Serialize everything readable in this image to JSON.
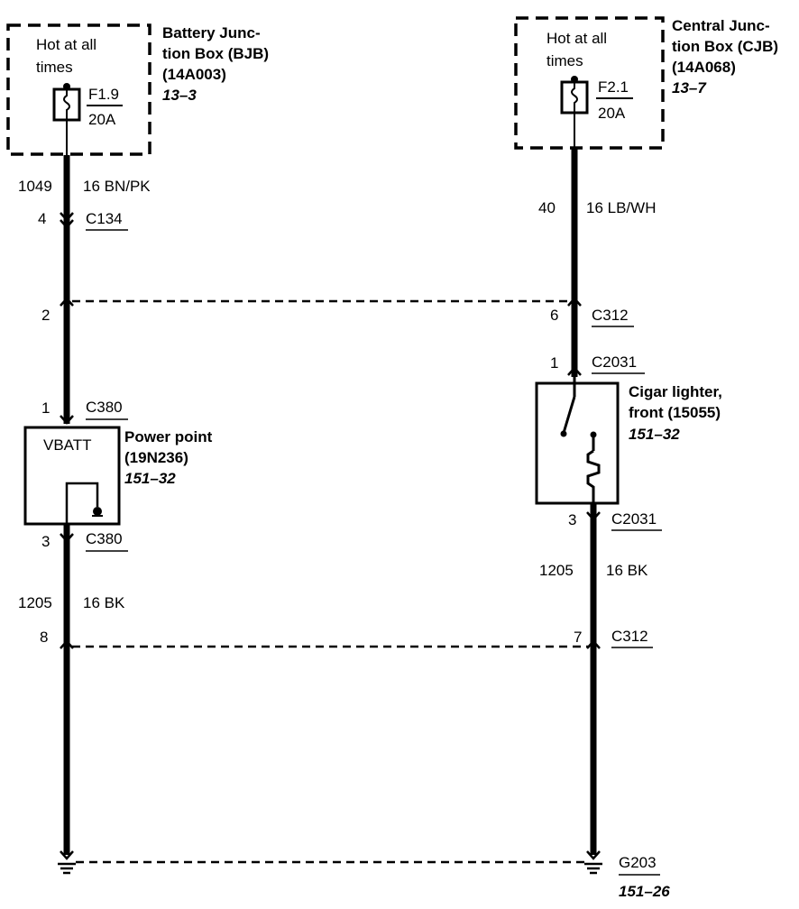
{
  "left_circuit": {
    "junction_box": {
      "hot_line1": "Hot at all",
      "hot_line2": "times",
      "fuse_id": "F1.9",
      "fuse_rating": "20A",
      "name_line1": "Battery Junc-",
      "name_line2": "tion Box (BJB)",
      "part_number": "(14A003)",
      "page_ref": "13–3"
    },
    "wire_top": {
      "circuit": "1049",
      "gauge_color": "16 BN/PK"
    },
    "connector_c134": {
      "pin": "4",
      "name": "C134"
    },
    "splice_pin": "2",
    "connector_c380_in": {
      "pin": "1",
      "name": "C380"
    },
    "component": {
      "inner_label": "VBATT",
      "name_line1": "Power point",
      "name_line2": "(19N236)",
      "page_ref": "151–32"
    },
    "connector_c380_out": {
      "pin": "3",
      "name": "C380"
    },
    "wire_bottom": {
      "circuit": "1205",
      "gauge_color": "16 BK"
    },
    "bottom_pin": "8"
  },
  "right_circuit": {
    "junction_box": {
      "hot_line1": "Hot at all",
      "hot_line2": "times",
      "fuse_id": "F2.1",
      "fuse_rating": "20A",
      "name_line1": "Central Junc-",
      "name_line2": "tion Box (CJB)",
      "part_number": "(14A068)",
      "page_ref": "13–7"
    },
    "wire_top": {
      "circuit": "40",
      "gauge_color": "16 LB/WH"
    },
    "connector_c312_top": {
      "pin": "6",
      "name": "C312"
    },
    "connector_c2031_in": {
      "pin": "1",
      "name": "C2031"
    },
    "component": {
      "name_line1": "Cigar lighter,",
      "name_line2": "front (15055)",
      "page_ref": "151–32"
    },
    "connector_c2031_out": {
      "pin": "3",
      "name": "C2031"
    },
    "wire_bottom": {
      "circuit": "1205",
      "gauge_color": "16 BK"
    },
    "connector_c312_bottom": {
      "pin": "7",
      "name": "C312"
    }
  },
  "ground": {
    "name": "G203",
    "page_ref": "151–26"
  }
}
